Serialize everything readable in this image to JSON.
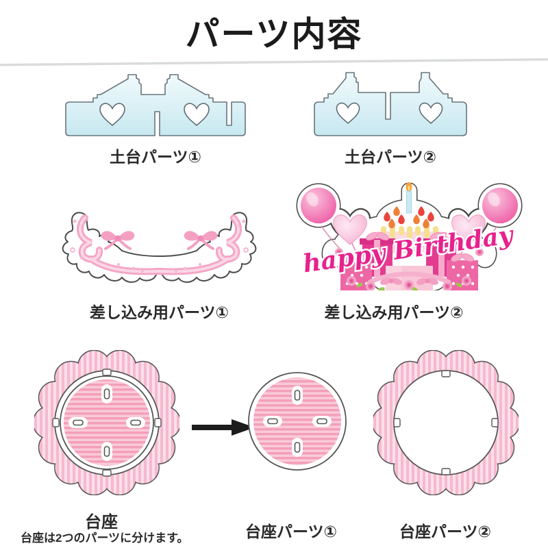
{
  "title": "パーツ内容",
  "parts": {
    "base1": {
      "label": "土台パーツ①"
    },
    "base2": {
      "label": "土台パーツ②"
    },
    "insert1": {
      "label": "差し込み用パーツ①"
    },
    "insert2": {
      "label": "差し込み用パーツ②",
      "artwork_text": "happy Birthday"
    },
    "pedestal": {
      "label": "台座",
      "note": "台座は2つのパーツに分けます。"
    },
    "pedestal1": {
      "label": "台座パーツ①"
    },
    "pedestal2": {
      "label": "台座パーツ②"
    }
  },
  "icons": {
    "arrow": "right-arrow"
  },
  "colors": {
    "acrylic_blue": "#cde9f0",
    "outline_gray": "#4a4a4a",
    "pink_ribbon": "#f4a6c6",
    "pink_light": "#fbd7e5",
    "magenta_text": "#e8218c",
    "stripe_inner_dark": "#f49fb9",
    "stripe_inner_light": "#f9cbd8",
    "stripe_outer_dark": "#f6b9cf",
    "stripe_outer_light": "#fbdfe9",
    "arrow_black": "#1c1c1c",
    "divider_gray": "#d9dbdc"
  }
}
